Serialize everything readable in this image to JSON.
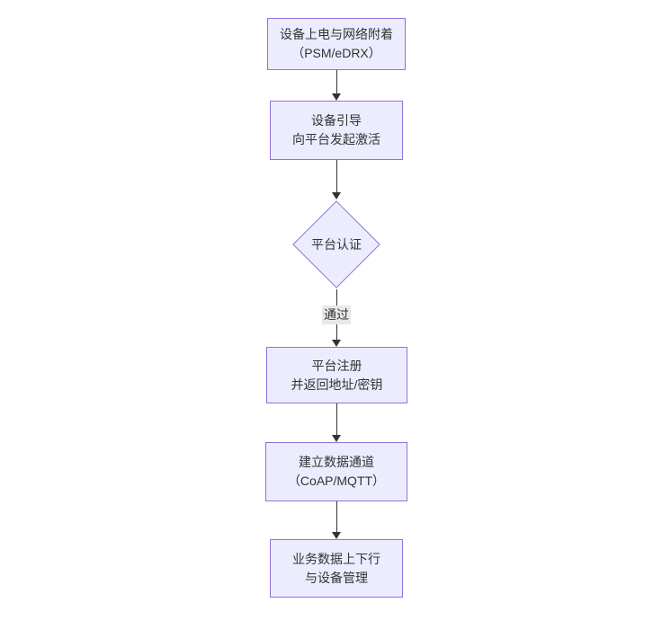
{
  "diagram": {
    "type": "flowchart",
    "direction": "top-down",
    "nodes": [
      {
        "id": "A",
        "shape": "rectangle",
        "lines": [
          "设备上电与网络附着",
          "（PSM/eDRX）"
        ]
      },
      {
        "id": "B",
        "shape": "rectangle",
        "lines": [
          "设备引导",
          "向平台发起激活"
        ]
      },
      {
        "id": "C",
        "shape": "diamond",
        "lines": [
          "平台认证"
        ]
      },
      {
        "id": "D",
        "shape": "rectangle",
        "lines": [
          "平台注册",
          "并返回地址/密钥"
        ]
      },
      {
        "id": "E",
        "shape": "rectangle",
        "lines": [
          "建立数据通道",
          "（CoAP/MQTT）"
        ]
      },
      {
        "id": "F",
        "shape": "rectangle",
        "lines": [
          "业务数据上下行",
          "与设备管理"
        ]
      }
    ],
    "edges": [
      {
        "from": "A",
        "to": "B",
        "label": ""
      },
      {
        "from": "B",
        "to": "C",
        "label": ""
      },
      {
        "from": "C",
        "to": "D",
        "label": "通过"
      },
      {
        "from": "D",
        "to": "E",
        "label": ""
      },
      {
        "from": "E",
        "to": "F",
        "label": ""
      }
    ],
    "colors": {
      "background": "#ffffff",
      "node_fill": "#ececff",
      "node_border": "#9370db",
      "text": "#333333",
      "arrow": "#333333",
      "edge_label_background": "#e8e8e8"
    }
  }
}
